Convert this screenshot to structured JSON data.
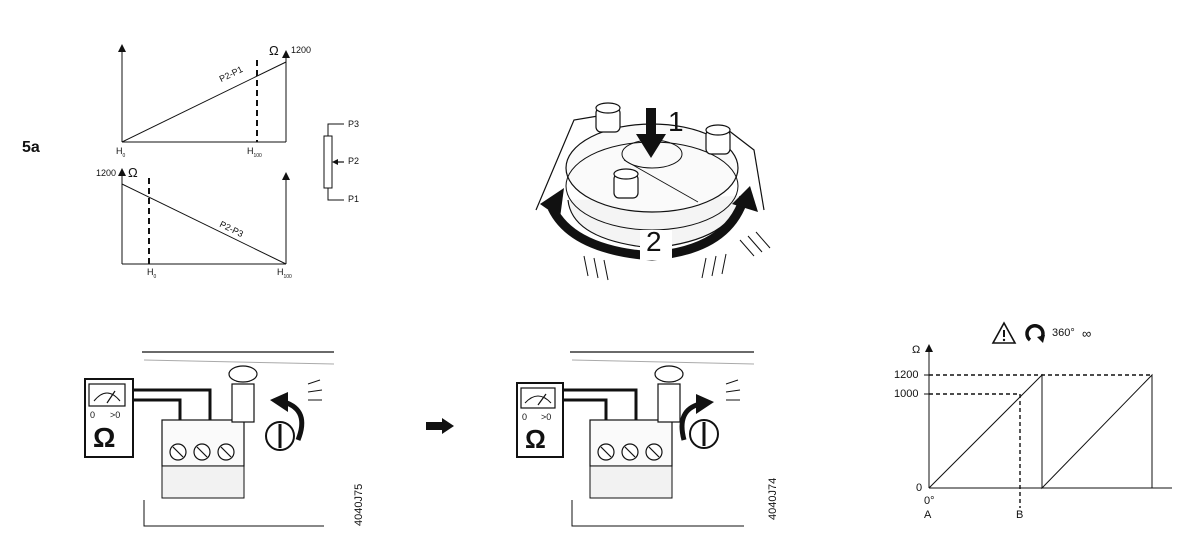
{
  "section_label": "5a",
  "upper_chart": {
    "unit_symbol": "Ω",
    "max_value": "1200",
    "curve_label": "P2-P1",
    "x_start": "H",
    "x_start_sub": "0",
    "x_end": "H",
    "x_end_sub": "100"
  },
  "lower_chart": {
    "unit_symbol": "Ω",
    "max_value": "1200",
    "curve_label": "P2-P3",
    "x_start": "H",
    "x_start_sub": "0",
    "x_end": "H",
    "x_end_sub": "100"
  },
  "potentiometer": {
    "pins": [
      "P3",
      "P2",
      "P1"
    ]
  },
  "rotary_knob": {
    "step_push": "1",
    "step_turn": "2"
  },
  "terminal_left": {
    "meter_scale_min": "0",
    "meter_scale_max": ">0",
    "meter_symbol": "Ω",
    "figure_code": "4040J75"
  },
  "terminal_right": {
    "meter_scale_min": "0",
    "meter_scale_max": ">0",
    "meter_symbol": "Ω",
    "figure_code": "4040J74"
  },
  "sawtooth_chart": {
    "warning_text": "360°",
    "infinity_symbol": "∞",
    "y_axis_symbol": "Ω",
    "y_ticks": [
      "1200",
      "1000",
      "0"
    ],
    "x_start_angle": "0°",
    "x_marker_a": "A",
    "x_marker_b": "B"
  }
}
